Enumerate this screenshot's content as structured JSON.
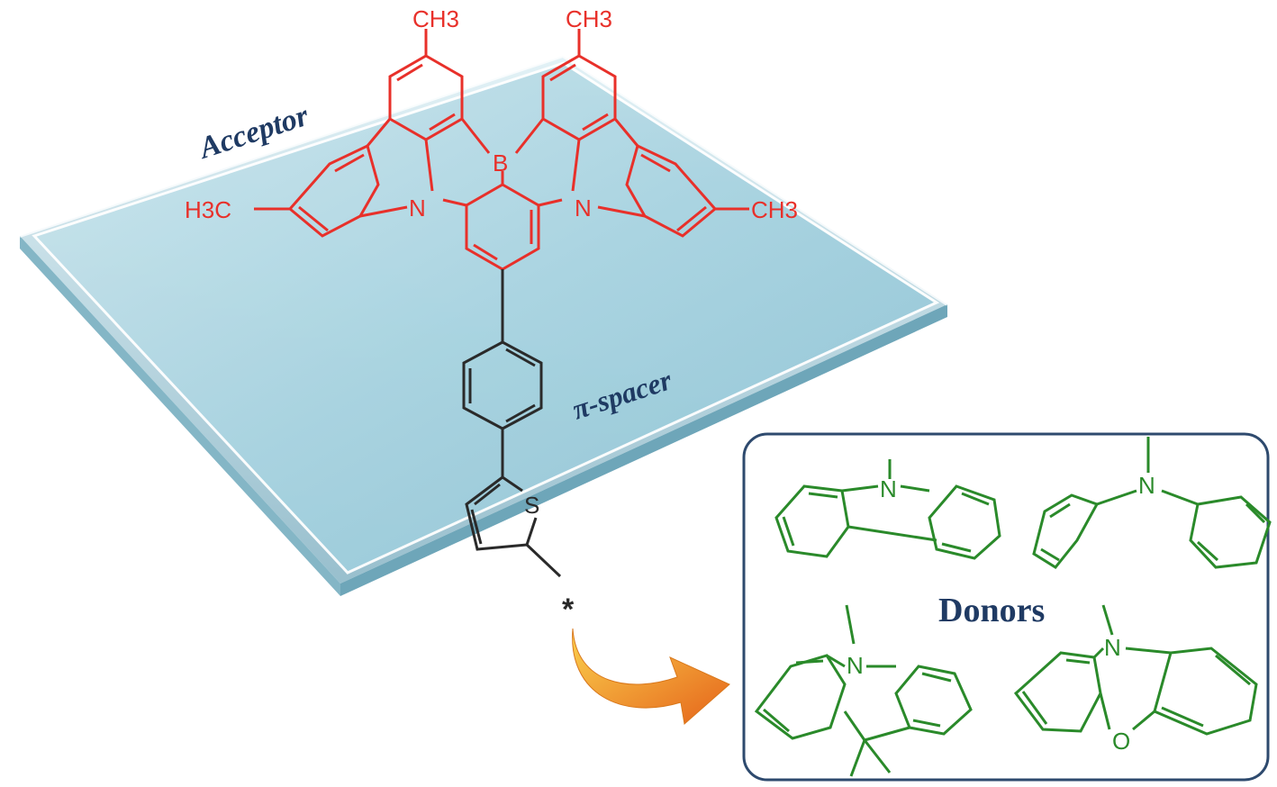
{
  "labels": {
    "acceptor": "Acceptor",
    "spacer": "π-spacer",
    "donors": "Donors",
    "attachment_point": "*"
  },
  "acceptor_atoms": {
    "boron": "B",
    "nitrogen_left": "N",
    "nitrogen_right": "N",
    "methyl_top_left": "CH3",
    "methyl_top_right": "CH3",
    "methyl_left": "H3C",
    "methyl_right": "CH3"
  },
  "spacer_atoms": {
    "sulfur": "S"
  },
  "donor_atoms": {
    "carbazole_n": "N",
    "diphenylamine_n": "N",
    "acridine_n": "N",
    "phenoxazine_n": "N",
    "phenoxazine_o": "O"
  },
  "colors": {
    "acceptor": "#e8302a",
    "spacer": "#2a2a2a",
    "donor": "#2a8a2a",
    "label_text": "#1f3a63",
    "plate_top": "#a8d3e0",
    "plate_edge": "#7fb4c6",
    "box_border": "#2e4a6e",
    "arrow_light": "#f7c046",
    "arrow_dark": "#e8741c"
  }
}
